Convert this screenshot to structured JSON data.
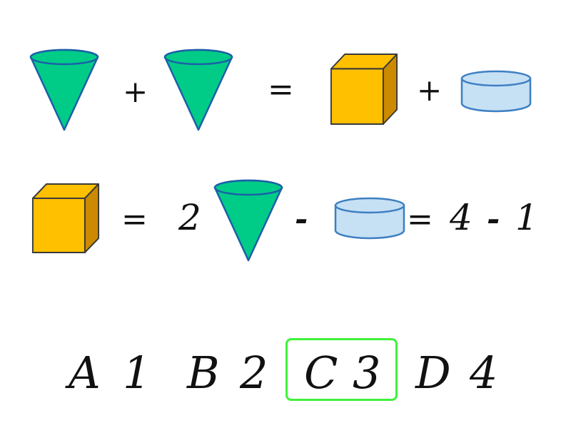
{
  "colors": {
    "cone_fill": "#00cc88",
    "cone_stroke": "#1c5fa8",
    "cube_front": "#ffc000",
    "cube_side": "#cc8a00",
    "cylinder_fill": "#c6e0f4",
    "cylinder_stroke": "#3d7fc2",
    "highlight": "#3ff23b",
    "text": "#111111"
  },
  "icons": {
    "cone": "cone-icon",
    "cube": "cube-icon",
    "cylinder": "cylinder-icon"
  },
  "equation1": {
    "plus_1": "+",
    "equals": "=",
    "plus_2": "+"
  },
  "equation2": {
    "equals_1": "=",
    "coefficient": "2",
    "minus_1": "-",
    "equals_2": "=",
    "num_a": "4",
    "minus_2": "-",
    "num_b": "1"
  },
  "options": [
    {
      "letter": "A",
      "value": "1"
    },
    {
      "letter": "B",
      "value": "2"
    },
    {
      "letter": "C",
      "value": "3",
      "selected": true
    },
    {
      "letter": "D",
      "value": "4"
    }
  ]
}
